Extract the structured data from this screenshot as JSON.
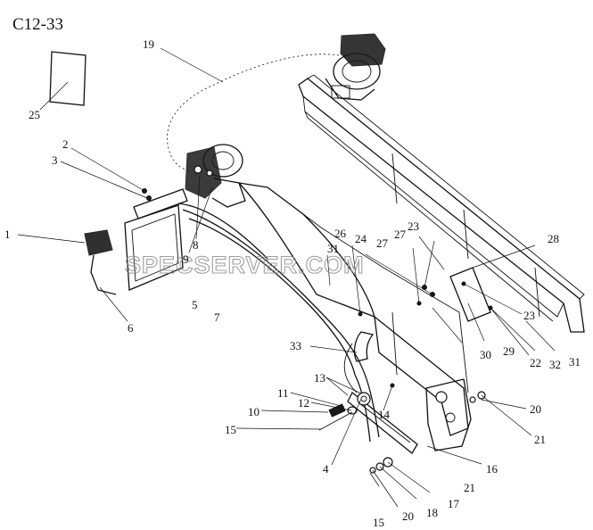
{
  "diagram": {
    "title": "C12-33",
    "watermark": "SPECSERVER.COM",
    "callouts": [
      "1",
      "2",
      "3",
      "4",
      "5",
      "6",
      "7",
      "8",
      "9",
      "10",
      "11",
      "12",
      "13",
      "14",
      "15",
      "15",
      "16",
      "17",
      "18",
      "19",
      "20",
      "20",
      "21",
      "21",
      "22",
      "23",
      "23",
      "24",
      "25",
      "26",
      "27",
      "27",
      "28",
      "29",
      "30",
      "31",
      "31",
      "32",
      "33"
    ]
  }
}
